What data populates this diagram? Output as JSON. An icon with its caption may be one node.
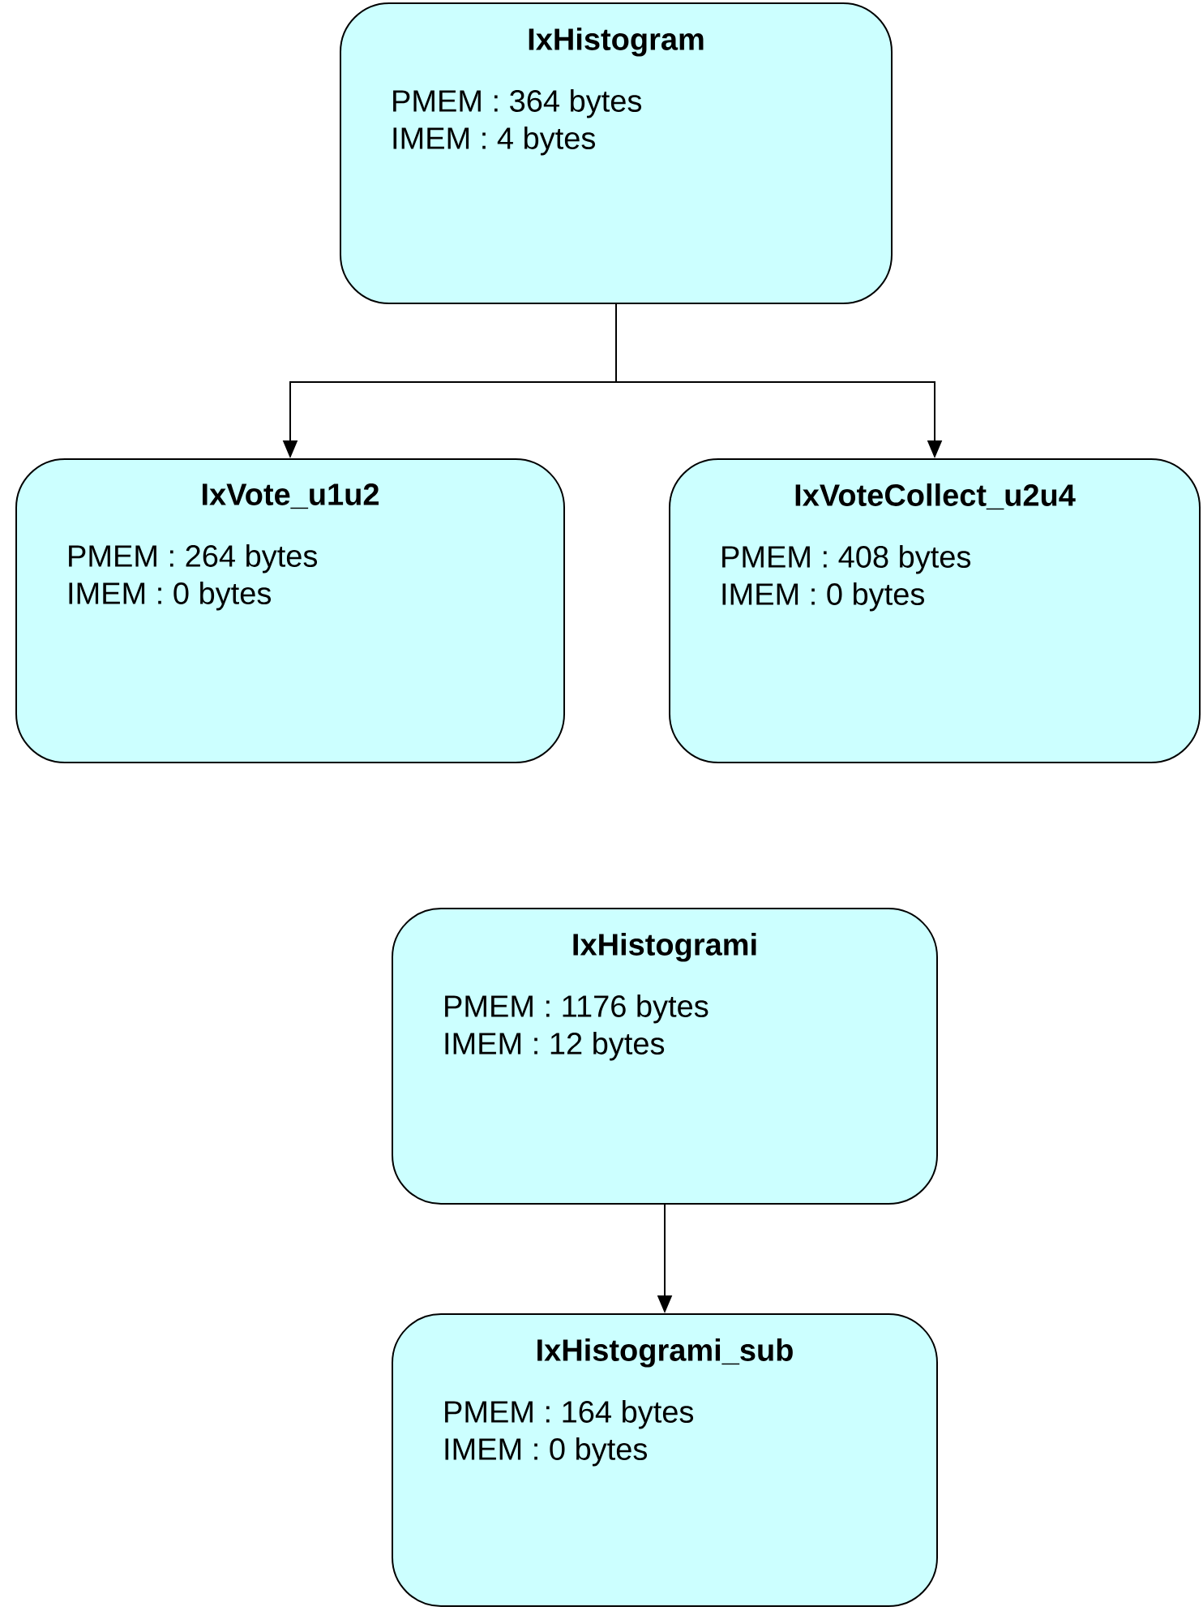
{
  "diagram": {
    "nodes": [
      {
        "text": [
          "IxHistogram",
          "PMEM : 364 bytes",
          "IMEM : 4 bytes"
        ]
      },
      {
        "text": [
          "IxVote_u1u2",
          "PMEM : 264 bytes",
          "IMEM : 0 bytes"
        ]
      },
      {
        "text": [
          "IxVoteCollect_u2u4",
          "PMEM : 408 bytes",
          "IMEM : 0 bytes"
        ]
      },
      {
        "text": [
          "IxHistogrami",
          "PMEM : 1176 bytes",
          "IMEM : 12 bytes"
        ]
      },
      {
        "text": [
          "IxHistogrami_sub",
          "PMEM : 164 bytes",
          "IMEM : 0 bytes"
        ]
      }
    ],
    "edges": [
      {
        "from": 0,
        "to": 1,
        "arrow": "to"
      },
      {
        "from": 0,
        "to": 2,
        "arrow": "to"
      },
      {
        "from": 3,
        "to": 4,
        "arrow": "to"
      }
    ]
  }
}
